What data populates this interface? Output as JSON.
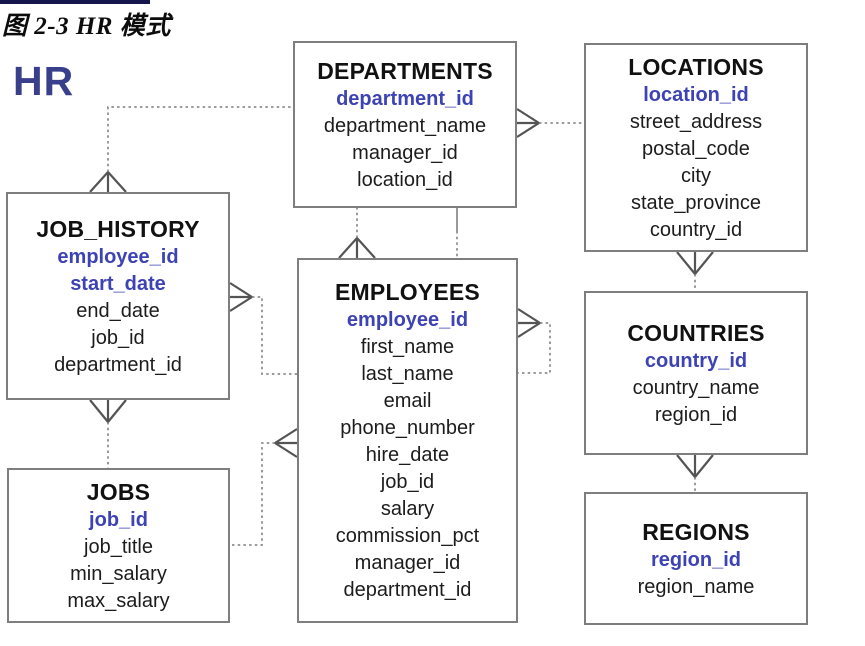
{
  "figure": {
    "caption": "图 2-3 HR 模式",
    "schema_label": "HR"
  },
  "colors": {
    "primary_key_text": "#3d43b4",
    "hr_label": "#3a3f8c",
    "box_border": "#7e7e7e",
    "connector_line": "#8f8f8f",
    "crowsfoot": "#545454",
    "body_text": "#1c1c1c",
    "top_rule": "#16164e"
  },
  "entities": [
    {
      "id": "departments",
      "name": "DEPARTMENTS",
      "pk": [
        "department_id"
      ],
      "columns": [
        "department_name",
        "manager_id",
        "location_id"
      ]
    },
    {
      "id": "locations",
      "name": "LOCATIONS",
      "pk": [
        "location_id"
      ],
      "columns": [
        "street_address",
        "postal_code",
        "city",
        "state_province",
        "country_id"
      ]
    },
    {
      "id": "job_history",
      "name": "JOB_HISTORY",
      "pk": [
        "employee_id",
        "start_date"
      ],
      "columns": [
        "end_date",
        "job_id",
        "department_id"
      ]
    },
    {
      "id": "employees",
      "name": "EMPLOYEES",
      "pk": [
        "employee_id"
      ],
      "columns": [
        "first_name",
        "last_name",
        "email",
        "phone_number",
        "hire_date",
        "job_id",
        "salary",
        "commission_pct",
        "manager_id",
        "department_id"
      ]
    },
    {
      "id": "countries",
      "name": "COUNTRIES",
      "pk": [
        "country_id"
      ],
      "columns": [
        "country_name",
        "region_id"
      ]
    },
    {
      "id": "jobs",
      "name": "JOBS",
      "pk": [
        "job_id"
      ],
      "columns": [
        "job_title",
        "min_salary",
        "max_salary"
      ]
    },
    {
      "id": "regions",
      "name": "REGIONS",
      "pk": [
        "region_id"
      ],
      "columns": [
        "region_name"
      ]
    }
  ],
  "relationships": [
    {
      "from": "JOB_HISTORY",
      "to": "DEPARTMENTS",
      "many_end": "JOB_HISTORY"
    },
    {
      "from": "DEPARTMENTS",
      "to": "LOCATIONS",
      "many_end": "DEPARTMENTS"
    },
    {
      "from": "EMPLOYEES",
      "to": "DEPARTMENTS",
      "many_end": "EMPLOYEES"
    },
    {
      "from": "DEPARTMENTS",
      "to": "EMPLOYEES",
      "many_end": ""
    },
    {
      "from": "JOB_HISTORY",
      "to": "EMPLOYEES",
      "many_end": "JOB_HISTORY"
    },
    {
      "from": "JOB_HISTORY",
      "to": "JOBS",
      "many_end": "JOB_HISTORY"
    },
    {
      "from": "EMPLOYEES",
      "to": "JOBS",
      "many_end": "EMPLOYEES"
    },
    {
      "from": "EMPLOYEES",
      "to": "EMPLOYEES",
      "many_end": "EMPLOYEES"
    },
    {
      "from": "LOCATIONS",
      "to": "COUNTRIES",
      "many_end": "LOCATIONS"
    },
    {
      "from": "COUNTRIES",
      "to": "REGIONS",
      "many_end": "COUNTRIES"
    }
  ]
}
